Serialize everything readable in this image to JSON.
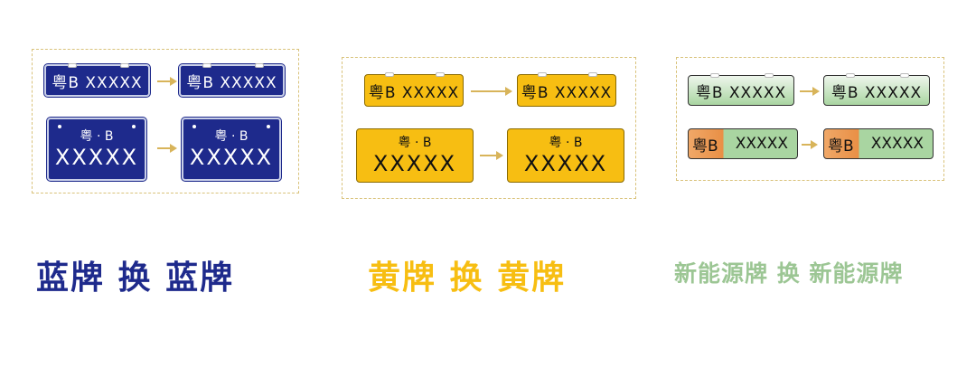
{
  "colors": {
    "blue": "#1e2a8c",
    "yellow": "#f7be12",
    "green_caption": "#9cc694",
    "arrow": "#d8b45a",
    "dashed_border": "#d9c27a"
  },
  "blue_group": {
    "plate_single": "粤B XXXXX",
    "plate_top": "粤 · B",
    "plate_bottom": "XXXXX",
    "caption": "蓝牌 换 蓝牌"
  },
  "yellow_group": {
    "plate_single": "粤B XXXXX",
    "plate_top": "粤 · B",
    "plate_bottom": "XXXXX",
    "caption": "黄牌 换 黄牌"
  },
  "green_group": {
    "plate_single": "粤B XXXXX",
    "split_left": "粤B",
    "split_right": "XXXXX",
    "caption": "新能源牌 换 新能源牌"
  }
}
